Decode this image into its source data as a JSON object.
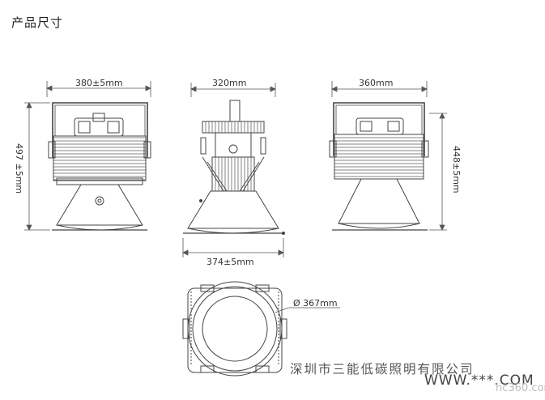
{
  "header": {
    "title": "产品尺寸"
  },
  "dimensions": {
    "front_width": "380±5mm",
    "side_width": "320mm",
    "back_width": "360mm",
    "front_height": "497 ±5mm",
    "back_height": "448±5mm",
    "bottom_width": "374±5mm",
    "top_diameter": "Ø 367mm"
  },
  "footer": {
    "company": "深圳市三能低碳照明有限公司",
    "website": "WWW.***.COM",
    "watermark": "hc360.com"
  }
}
